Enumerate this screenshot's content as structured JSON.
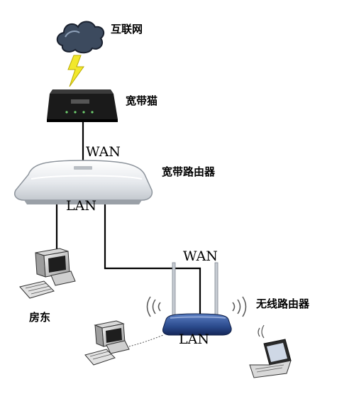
{
  "labels": {
    "internet": "互联网",
    "modem": "宽带猫",
    "router": "宽带路由器",
    "wireless_router": "无线路由器",
    "landlord": "房东",
    "router_wan": "WAN",
    "router_lan": "LAN",
    "wireless_wan": "WAN",
    "wireless_lan": "LAN"
  },
  "icons": {
    "internet": "cloud-icon",
    "link": "lightning-bolt-icon",
    "modem": "modem-icon",
    "router": "router-icon",
    "wireless_router": "wireless-router-icon",
    "landlord_pc": "desktop-computer-icon",
    "client_pc": "desktop-computer-icon",
    "laptop": "laptop-icon"
  },
  "colors": {
    "cloud": "#3c4a5e",
    "bolt": "#f2e82c",
    "modem": "#1a1a1a",
    "router": "#e9ecef",
    "wireless_router": "#2b4a8c",
    "cable": "#000000"
  }
}
